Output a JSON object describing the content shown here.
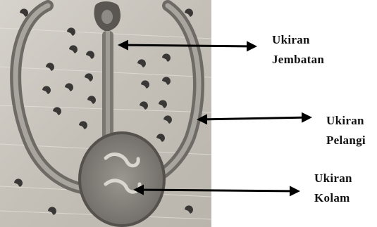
{
  "labels": {
    "jembatan": {
      "line1": "Ukiran",
      "line2": "Jembatan"
    },
    "pelangi": {
      "line1": "Ukiran",
      "line2": "Pelangi"
    },
    "kolam": {
      "line1": "Ukiran",
      "line2": "Kolam"
    }
  },
  "photo": {
    "subject": "carved-wood-motif",
    "icons": [
      "arch-frame",
      "center-stem",
      "round-pond",
      "small-curl-motifs"
    ]
  },
  "colors": {
    "wood_background": "#c9c5bd",
    "carving_band": "#8a8680",
    "carving_dark": "#3a3836",
    "arrow": "#000000",
    "text": "#111111"
  }
}
